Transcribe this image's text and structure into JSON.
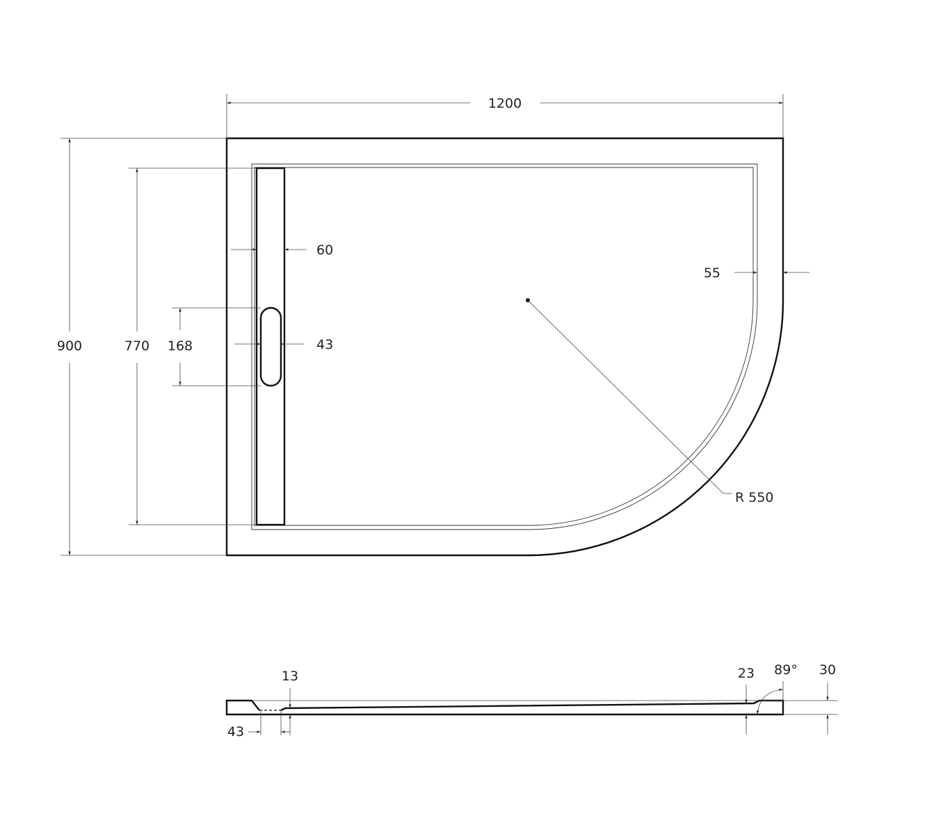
{
  "plan_view": {
    "width_label": "1200",
    "depth_label": "900",
    "inner_length_label": "770",
    "drain_length_label": "168",
    "channel_width_label": "60",
    "drain_width_label": "43",
    "rim_width_label": "55",
    "radius_label": "R 550"
  },
  "section_view": {
    "drain_depth_label": "13",
    "drain_offset_label": "43",
    "edge_height_label": "23",
    "angle_label": "89°",
    "total_height_label": "30"
  }
}
